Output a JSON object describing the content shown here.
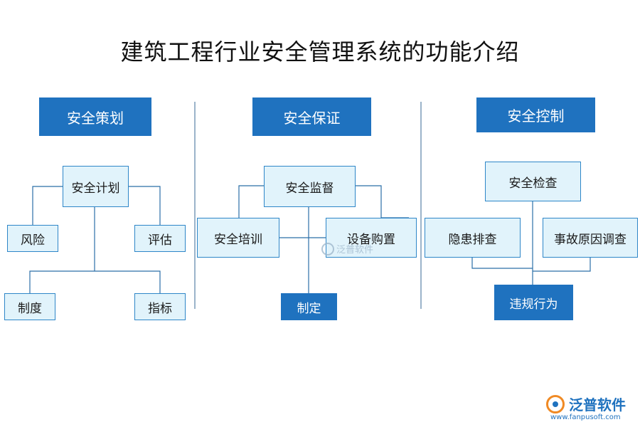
{
  "title": "建筑工程行业安全管理系统的功能介绍",
  "columns": {
    "planning": {
      "header": "安全策划",
      "center": "安全计划",
      "items": [
        "风险",
        "评估",
        "制度",
        "指标"
      ]
    },
    "assurance": {
      "header": "安全保证",
      "center": "安全监督",
      "left": "安全培训",
      "right": "设备购置",
      "bottom": "制定"
    },
    "control": {
      "header": "安全控制",
      "top": "安全检查",
      "left": "隐患排查",
      "right": "事故原因调查",
      "bottom": "违规行为"
    }
  },
  "watermark": "泛普软件",
  "footer": {
    "brand": "泛普软件",
    "url": "www.fanpusoft.com"
  },
  "colors": {
    "primary": "#1f72bf",
    "light_fill": "#e1f3fb",
    "border": "#2e86c8",
    "connector": "#2b6fa8",
    "divider": "#7a9bb8",
    "logo_accent": "#f08a24"
  }
}
